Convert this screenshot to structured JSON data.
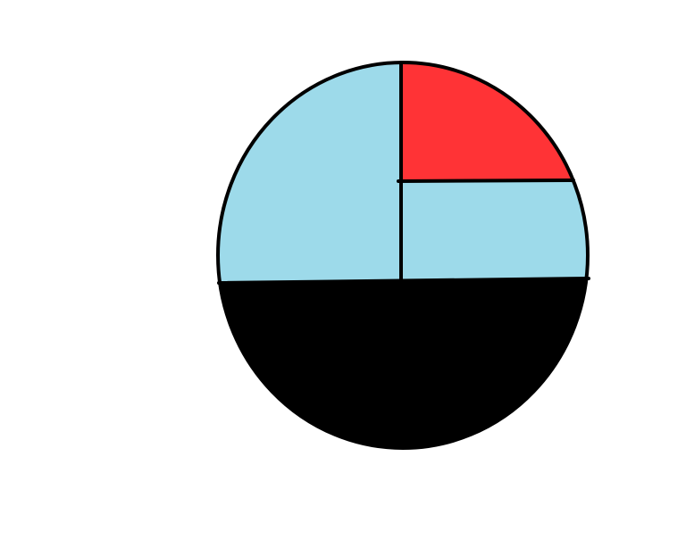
{
  "diagram": {
    "shape": "circle",
    "colors": {
      "light_blue": "#9DDAEA",
      "red": "#FF3336",
      "black": "#000000",
      "outline": "#000000",
      "background": "#FFFFFF"
    },
    "regions": [
      {
        "id": "top-left",
        "fill": "light_blue"
      },
      {
        "id": "top-right-upper",
        "fill": "red"
      },
      {
        "id": "top-right-lower",
        "fill": "light_blue"
      },
      {
        "id": "bottom-half",
        "fill": "black"
      }
    ]
  }
}
